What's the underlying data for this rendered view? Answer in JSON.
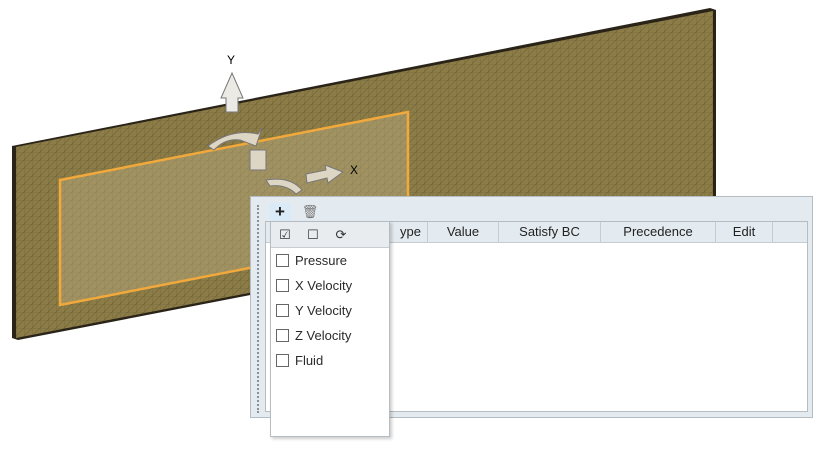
{
  "viewport": {
    "axis_y": "Y",
    "axis_x": "X",
    "plate_color": "#8a7a45",
    "highlight_color": "#f2a93b"
  },
  "toolbar": {
    "add_icon": "+",
    "delete_icon": "🗑"
  },
  "table": {
    "columns": [
      "ype",
      "Value",
      "Satisfy BC",
      "Precedence",
      "Edit"
    ],
    "rows": []
  },
  "dropdown": {
    "header_icons": [
      "☑",
      "☐",
      "⟳"
    ],
    "items": [
      {
        "label": "Pressure",
        "checked": false
      },
      {
        "label": "X Velocity",
        "checked": false
      },
      {
        "label": "Y Velocity",
        "checked": false
      },
      {
        "label": "Z Velocity",
        "checked": false
      },
      {
        "label": "Fluid",
        "checked": false
      }
    ]
  }
}
